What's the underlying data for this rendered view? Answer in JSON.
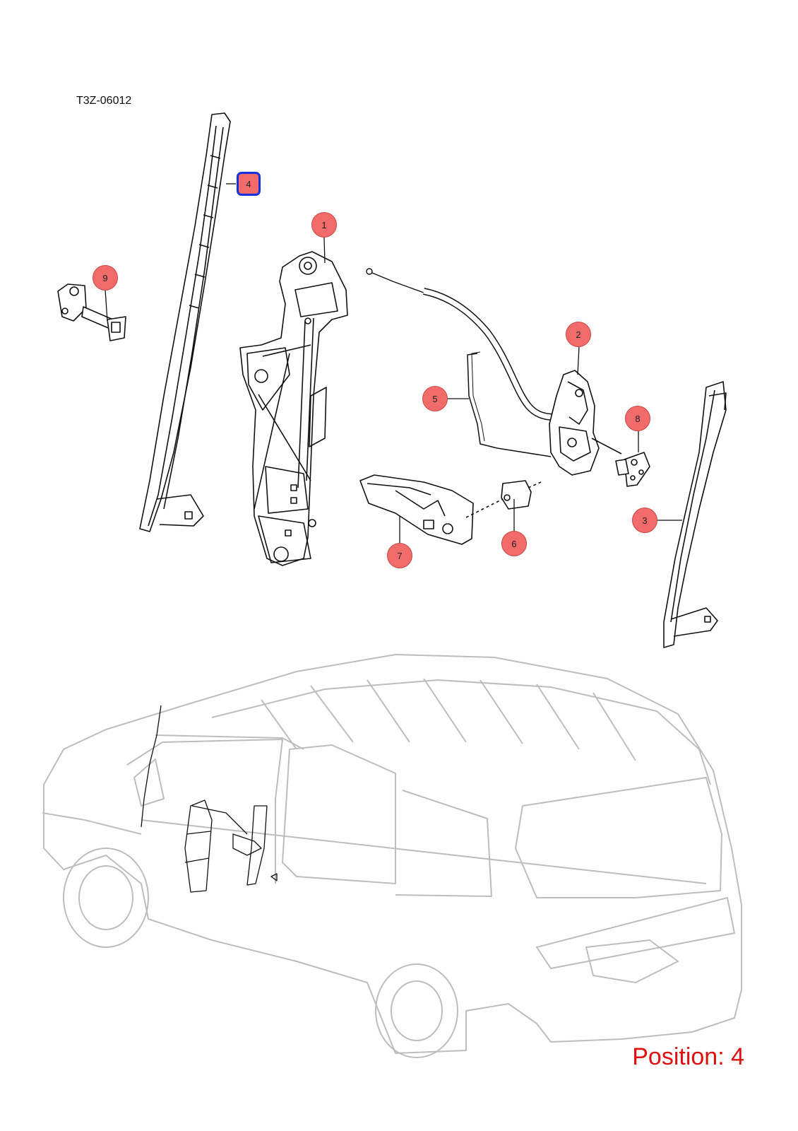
{
  "reference_code": "T3Z-06012",
  "position_label": "Position: 4",
  "active_position": "4",
  "colors": {
    "callout_fill": "#f26b6b",
    "active_border": "#1730e0",
    "position_text": "#e01010",
    "line": "#111111",
    "vehicle_line": "#bdbdbd"
  },
  "callouts": [
    {
      "id": "1",
      "label": "1"
    },
    {
      "id": "2",
      "label": "2"
    },
    {
      "id": "3",
      "label": "3"
    },
    {
      "id": "4",
      "label": "4"
    },
    {
      "id": "5",
      "label": "5"
    },
    {
      "id": "6",
      "label": "6"
    },
    {
      "id": "7",
      "label": "7"
    },
    {
      "id": "8",
      "label": "8"
    },
    {
      "id": "9",
      "label": "9"
    }
  ]
}
